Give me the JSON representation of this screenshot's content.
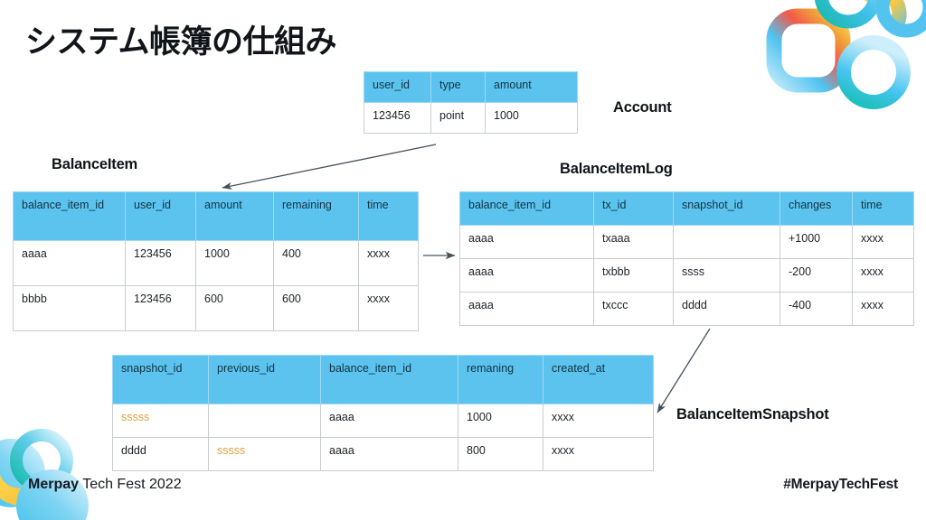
{
  "slide": {
    "title": "システム帳簿の仕組み",
    "footer_left_bold": "Merpay",
    "footer_left_rest": " Tech Fest 2022",
    "footer_right": "#MerpayTechFest",
    "header_color": "#5cc3ef",
    "accent_orange": "#e2a33c",
    "border_color": "#c9cdd1"
  },
  "captions": {
    "account": "Account",
    "balance_item": "BalanceItem",
    "balance_item_log": "BalanceItemLog",
    "balance_item_snapshot": "BalanceItemSnapshot"
  },
  "tables": {
    "account": {
      "name": "Account",
      "columns": [
        "user_id",
        "type",
        "amount"
      ],
      "rows": [
        [
          "123456",
          "point",
          "1000"
        ]
      ]
    },
    "balance_item": {
      "name": "BalanceItem",
      "columns": [
        "balance_item_id",
        "user_id",
        "amount",
        "remaining",
        "time"
      ],
      "rows": [
        [
          "aaaa",
          "123456",
          "1000",
          "400",
          "xxxx"
        ],
        [
          "bbbb",
          "123456",
          "600",
          "600",
          "xxxx"
        ]
      ]
    },
    "balance_item_log": {
      "name": "BalanceItemLog",
      "columns": [
        "balance_item_id",
        "tx_id",
        "snapshot_id",
        "changes",
        "time"
      ],
      "rows": [
        [
          "aaaa",
          "txaaa",
          "",
          "+1000",
          "xxxx"
        ],
        [
          "aaaa",
          "txbbb",
          "ssss",
          "-200",
          "xxxx"
        ],
        [
          "aaaa",
          "txccc",
          "dddd",
          "-400",
          "xxxx"
        ]
      ]
    },
    "balance_item_snapshot": {
      "name": "BalanceItemSnapshot",
      "columns": [
        "snapshot_id",
        "previous_id",
        "balance_item_id",
        "remaning",
        "created_at"
      ],
      "rows": [
        [
          "sssss",
          "",
          "aaaa",
          "1000",
          "xxxx"
        ],
        [
          "dddd",
          "sssss",
          "aaaa",
          "800",
          "xxxx"
        ]
      ]
    }
  },
  "arrows": [
    {
      "name": "account-to-balanceitem",
      "from": "Account",
      "to": "BalanceItem"
    },
    {
      "name": "balanceitem-to-log",
      "from": "BalanceItem",
      "to": "BalanceItemLog"
    },
    {
      "name": "log-to-snapshot",
      "from": "BalanceItemLog",
      "to": "BalanceItemSnapshot"
    }
  ]
}
